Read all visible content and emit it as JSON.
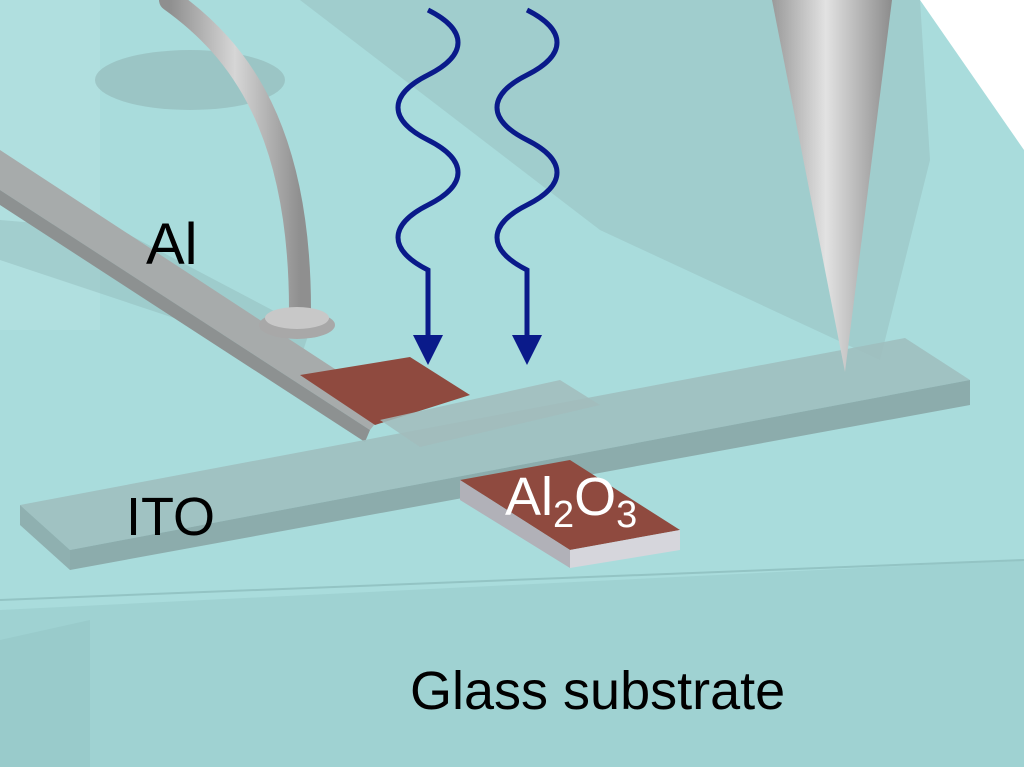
{
  "labels": {
    "al": "Al",
    "ito": "ITO",
    "al2o3": {
      "base1": "Al",
      "sub1": "2",
      "base2": "O",
      "sub2": "3"
    },
    "substrate": "Glass substrate"
  },
  "colors": {
    "background": "#ffffff",
    "glass": "#a9dcdc",
    "glass_side": "#9fd2d2",
    "aluminum": "#a7abab",
    "ito": "#9fbfbf",
    "al2o3": "#8f4a3f",
    "photon_arrow": "#0a1a8a",
    "probe_tip": "#b5b5b5",
    "wire": "#b0b0b0",
    "text_dark": "#000000",
    "text_light": "#ffffff"
  },
  "icons": [
    "wire-bond-icon",
    "probe-tip-icon",
    "photon-arrow-icon"
  ]
}
